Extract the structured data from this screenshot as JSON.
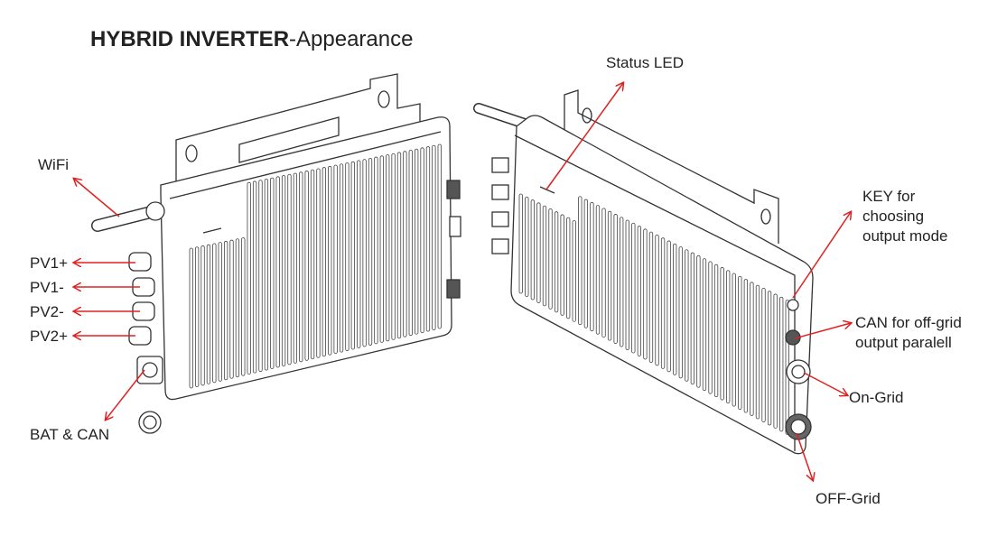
{
  "title": {
    "bold": "HYBRID INVERTER",
    "rest": "-Appearance"
  },
  "labels": {
    "wifi": "WiFi",
    "pv1_plus": "PV1+",
    "pv1_minus": "PV1-",
    "pv2_minus": "PV2-",
    "pv2_plus": "PV2+",
    "bat_can": "BAT & CAN",
    "status_led": "Status LED",
    "key_line1": "KEY for",
    "key_line2": "choosing",
    "key_line3": "output mode",
    "can_line1": "CAN for off-grid",
    "can_line2": "output paralell",
    "on_grid": "On-Grid",
    "off_grid": "OFF-Grid"
  },
  "colors": {
    "arrow": "#e02020",
    "outline": "#333333"
  }
}
